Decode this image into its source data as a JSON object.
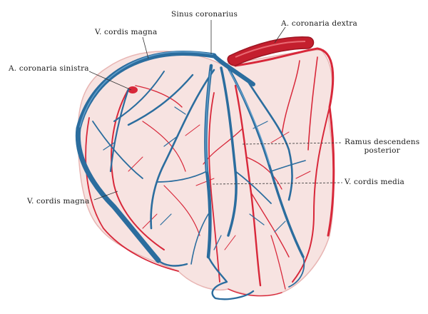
{
  "labels": {
    "sinus_coronarius": "Sinus coronarius",
    "a_coronaria_dextra": "A. coronaria dextra",
    "v_cordis_magna_top": "V. cordis magna",
    "a_coronaria_sinistra": "A. coronaria sinistra",
    "ramus_descendens_line1": "Ramus descendens",
    "ramus_descendens_line2": "posterior",
    "v_cordis_media": "V. cordis media",
    "v_cordis_magna_bottom": "V. cordis magna"
  },
  "colors": {
    "vein": "#2b6d9e",
    "vein_light": "#4f93c6",
    "artery": "#d8283a",
    "artery_dark": "#9d1522",
    "tissue": "#f7e3e1",
    "leader": "#333333"
  }
}
